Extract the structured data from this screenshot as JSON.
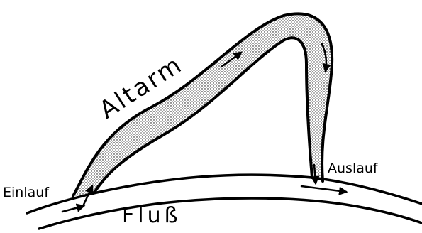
{
  "labels": {
    "oxbow": "Altarm",
    "river": "Fluß",
    "inlet": "Einlauf",
    "outlet": "Auslauf"
  },
  "colors": {
    "ink": "#000000",
    "stipple": "#000000",
    "background": "#ffffff"
  },
  "flow_arrows": [
    "inlet-flow",
    "river-flow-left",
    "oxbow-flow-up",
    "oxbow-flow-down",
    "outlet-flow"
  ]
}
